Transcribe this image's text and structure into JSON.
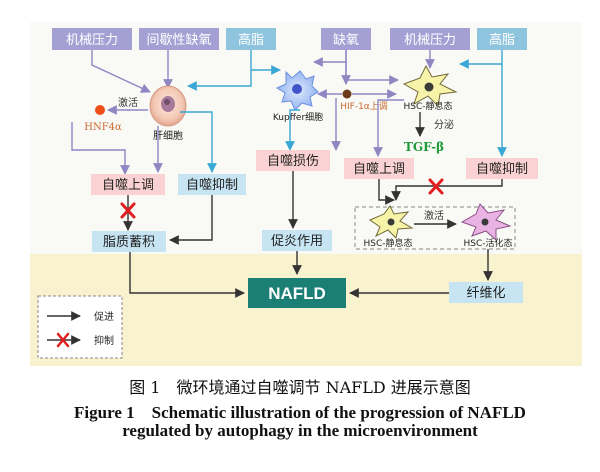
{
  "inputs": {
    "mech_left": "机械压力",
    "intermittent_hypoxia": "间歇性缺氧",
    "high_fat_left": "高脂",
    "hypoxia": "缺氧",
    "mech_right": "机械压力",
    "high_fat_right": "高脂"
  },
  "cells": {
    "hnf": "HNF4α",
    "activate_left": "激活",
    "hepatocyte": "肝细胞",
    "kupffer": "Kupffer细胞",
    "hif": "HIF-1α上调",
    "hsc_quiescent_top": "HSC-静息态",
    "secrete": "分泌",
    "tgf": "TGF-β",
    "hsc_quiescent_inner": "HSC-静息态",
    "activate_inner": "激活",
    "hsc_activated": "HSC-活化态"
  },
  "boxes": {
    "autophagy_up_left": "自噬上调",
    "autophagy_inhibit_left": "自噬抑制",
    "lipid": "脂质蓄积",
    "autophagy_damage": "自噬损伤",
    "inflammation": "促炎作用",
    "autophagy_up_right": "自噬上调",
    "autophagy_inhibit_right": "自噬抑制",
    "fibrosis": "纤维化",
    "nafld": "NAFLD"
  },
  "legend": {
    "promote": "促进",
    "inhibit": "抑制"
  },
  "caption": {
    "cn": "图 1　微环境通过自噬调节 NAFLD 进展示意图",
    "en_line1": "Figure 1　Schematic illustration of the progression of NAFLD",
    "en_line2": "regulated by autophagy in the microenvironment"
  },
  "colors": {
    "top_bg": "#f9f9f5",
    "bottom_bg": "#f8f2cf",
    "input_box": "#a4a0d4",
    "input_box_blue": "#8ec4de",
    "pink_box": "#fbd2d3",
    "blue_box": "#c6e4f2",
    "nafld": "#1c7f75",
    "arrow_blue": "#39a8d4",
    "arrow_purple": "#7b6fb5",
    "inhibit_red": "#e02020"
  }
}
